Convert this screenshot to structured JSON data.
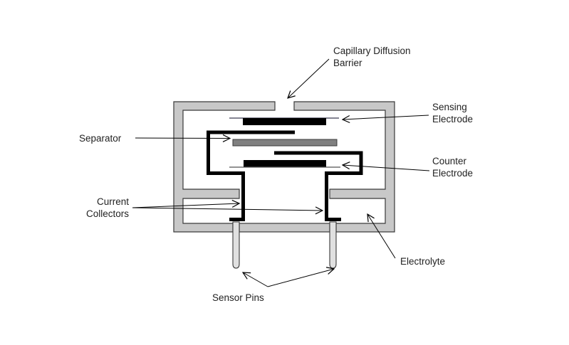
{
  "title": "Electrochemical Gas Sensor Cross-Section",
  "colors": {
    "housing_fill": "#c8c8c8",
    "housing_stroke": "#3a3a3a",
    "electrode": "#000000",
    "separator_fill": "#808080",
    "collector": "#000000",
    "pin_fill": "#e0e0e0",
    "leader": "#000000",
    "text": "#222222"
  },
  "labels": {
    "capillary": [
      "Capillary Diffusion",
      "Barrier"
    ],
    "sensing": [
      "Sensing",
      "Electrode"
    ],
    "separator": [
      "Separator"
    ],
    "counter": [
      "Counter",
      "Electrode"
    ],
    "collectors": [
      "Current",
      "Collectors"
    ],
    "electrolyte": [
      "Electrolyte"
    ],
    "pins": [
      "Sensor Pins"
    ]
  }
}
